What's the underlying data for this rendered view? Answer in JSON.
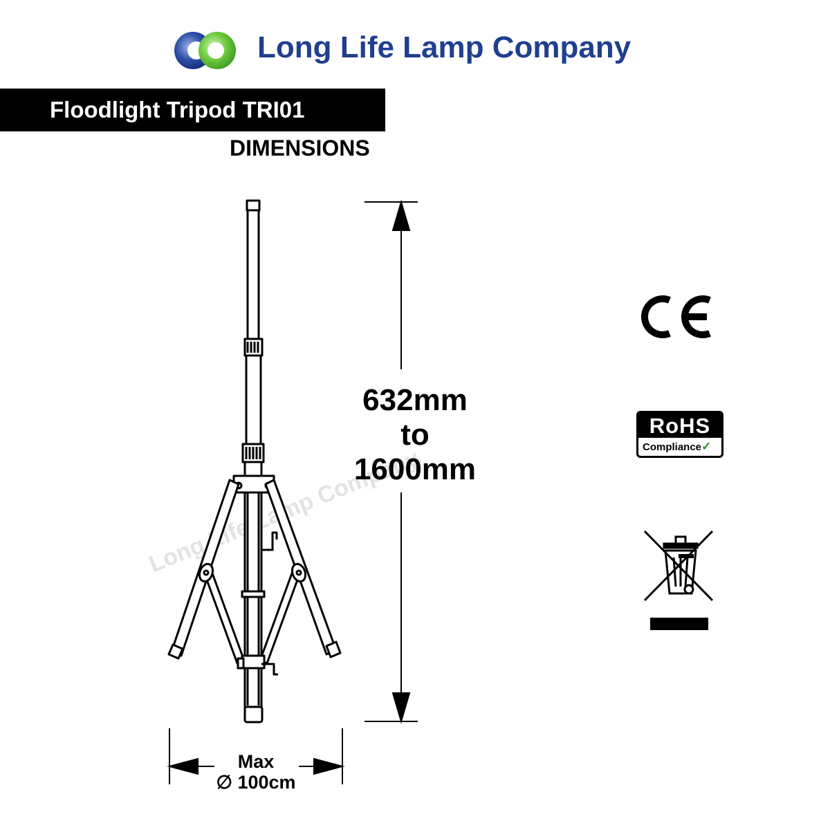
{
  "brand": {
    "name": "Long Life Lamp Company",
    "colors": {
      "text": "#1f3f8f",
      "blue": "#1f3f8f",
      "green": "#5fc23a"
    }
  },
  "title": "Floodlight Tripod TRI01",
  "subtitle": "DIMENSIONS",
  "dimensions": {
    "height_min": "632mm",
    "height_joiner": "to",
    "height_max": "1600mm",
    "width_prefix": "Max",
    "width_value": "∅ 100cm"
  },
  "watermark": "Long Life Lamp Company",
  "certifications": {
    "ce": "CE",
    "rohs_top": "RoHS",
    "rohs_bottom": "Compliance",
    "rohs_check": "✓",
    "weee_icon": "crossed-out-wheelie-bin-icon"
  }
}
